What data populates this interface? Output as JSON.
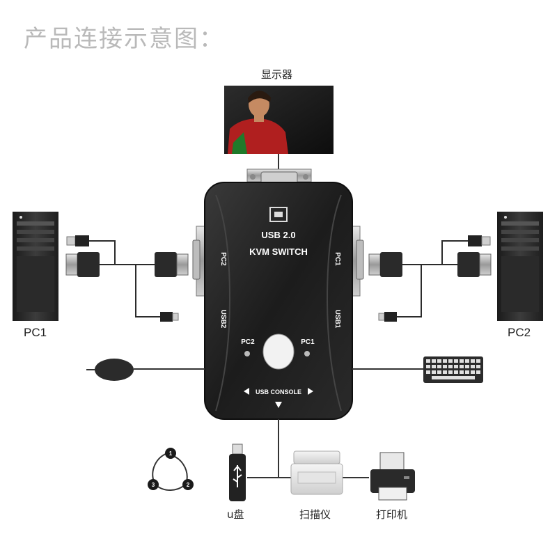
{
  "title": "产品连接示意图：",
  "monitor_label": "显示器",
  "device": {
    "line1": "USB 2.0",
    "line2": "KVM SWITCH",
    "port_pc2": "PC2",
    "port_pc1": "PC1",
    "port_usb2": "USB2",
    "port_usb1": "USB1",
    "led_pc2": "PC2",
    "led_pc1": "PC1",
    "console": "USB CONSOLE"
  },
  "pc1_label": "PC1",
  "pc2_label": "PC2",
  "usb_label": "u盘",
  "scanner_label": "扫描仪",
  "printer_label": "打印机",
  "cycle_steps": [
    "1",
    "2",
    "3"
  ]
}
